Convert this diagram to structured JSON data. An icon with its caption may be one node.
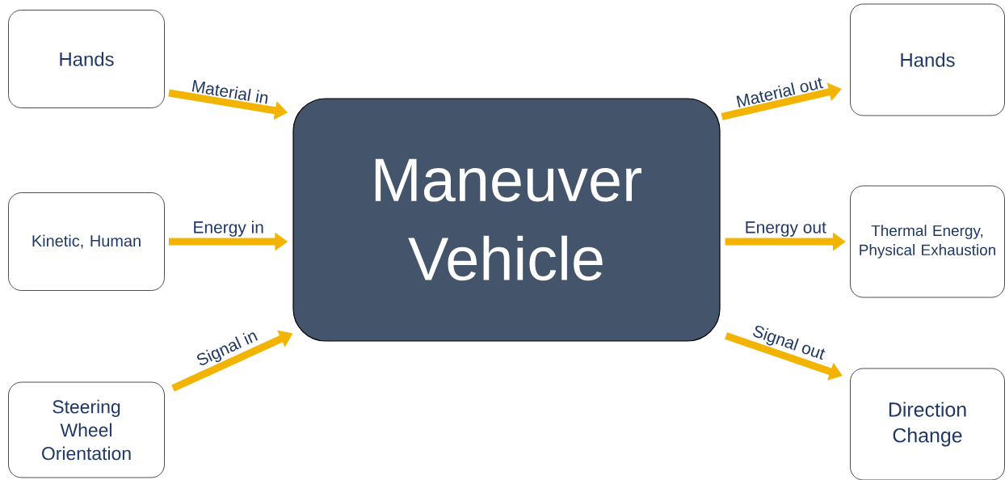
{
  "diagram": {
    "nodes": [
      {
        "text": [
          "Hands"
        ]
      },
      {
        "text": [
          "Kinetic, Human"
        ]
      },
      {
        "text": [
          "Steering Wheel Orientation"
        ]
      },
      {
        "text": [
          "Maneuver Vehicle"
        ]
      },
      {
        "text": [
          "Hands"
        ]
      },
      {
        "text": [
          "Thermal Energy, Physical Exhaustion"
        ]
      },
      {
        "text": [
          "Direction Change"
        ]
      }
    ],
    "edges": [
      {
        "from": 0,
        "to": 3,
        "arrow": "to",
        "label": "Material in"
      },
      {
        "from": 1,
        "to": 3,
        "arrow": "to",
        "label": "Energy in"
      },
      {
        "from": 2,
        "to": 3,
        "arrow": "to",
        "label": "Signal in"
      },
      {
        "from": 3,
        "to": 4,
        "arrow": "to",
        "label": "Material out"
      },
      {
        "from": 3,
        "to": 5,
        "arrow": "to",
        "label": "Energy out"
      },
      {
        "from": 3,
        "to": 6,
        "arrow": "to",
        "label": "Signal out"
      }
    ]
  }
}
